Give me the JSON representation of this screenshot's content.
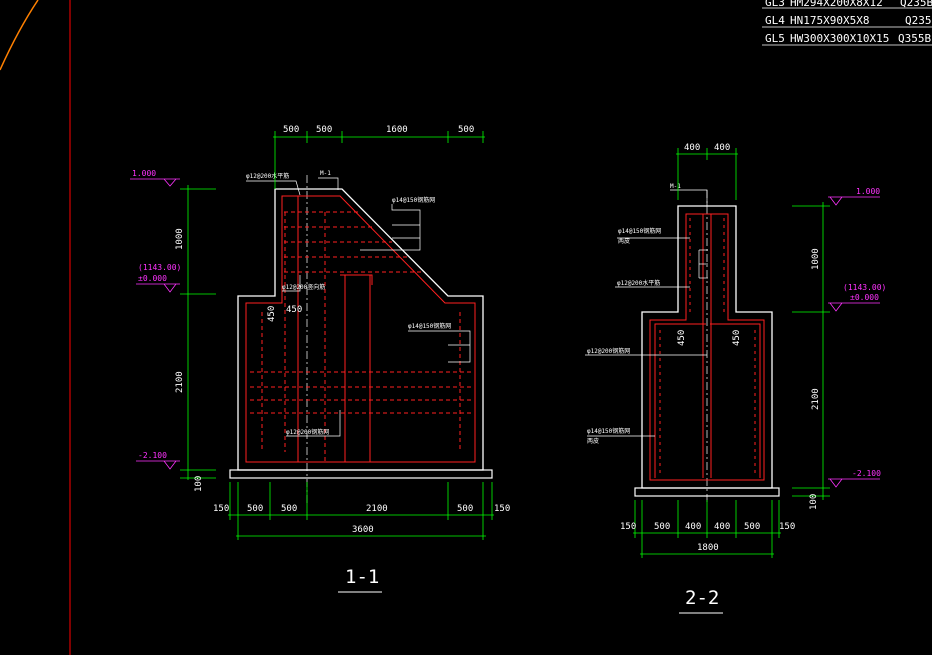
{
  "colors": {
    "background": "#000000",
    "outline": "#ffffff",
    "rebar": "#ff2020",
    "dimension": "#00ff00",
    "elevation": "#ff33ff",
    "arc": "#ff8000",
    "axis": "#ff0000"
  },
  "steel_table": [
    {
      "code": "GL3",
      "spec": "HM294X200X8X12",
      "grade": "Q235B"
    },
    {
      "code": "GL4",
      "spec": "HN175X90X5X8",
      "grade": "Q235"
    },
    {
      "code": "GL5",
      "spec": "HW300X300X10X15",
      "grade": "Q355B"
    }
  ],
  "section_1": {
    "title": "1-1",
    "top_dims": [
      "500",
      "500",
      "1600",
      "500"
    ],
    "bottom_dims": [
      "150",
      "500",
      "500",
      "2100",
      "500",
      "150"
    ],
    "total_width": "3600",
    "left_dims": [
      "1000",
      "2100",
      "100"
    ],
    "depth_450": "450",
    "elev_top": "1.000",
    "elev_mid_a": "(1143.00)",
    "elev_mid_b": "±0.000",
    "elev_bottom": "-2.100",
    "label_m1": "M-1",
    "note_top_bar": "φ12@200水平筋",
    "note_slope_bar": "φ14@150钢筋网",
    "note_stirrup": "φ12@200竖向筋",
    "note_side_bar": "φ14@150钢筋网",
    "note_bottom_bar": "φ12@200钢筋网"
  },
  "section_2": {
    "title": "2-2",
    "top_dims": [
      "400",
      "400"
    ],
    "bottom_dims": [
      "150",
      "500",
      "400",
      "400",
      "500",
      "150"
    ],
    "total_width": "1800",
    "right_dims": [
      "1000",
      "2100",
      "100"
    ],
    "depth_a": "450",
    "depth_b": "450",
    "elev_top": "1.000",
    "elev_mid_a": "(1143.00)",
    "elev_mid_b": "±0.000",
    "elev_bottom": "-2.100",
    "label_m1": "M-1",
    "note_top_a": "φ14@150钢筋网",
    "note_top_b": "两皮",
    "note_mid": "φ12@200水平筋",
    "note_stirrup": "φ12@200钢筋网",
    "note_bottom_a": "φ14@150钢筋网",
    "note_bottom_b": "两皮"
  }
}
